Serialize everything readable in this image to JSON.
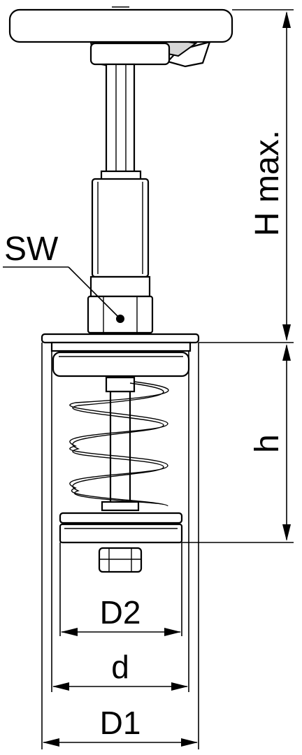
{
  "labels": {
    "sw": "SW",
    "h_max": "H max.",
    "h": "h",
    "d2": "D2",
    "d": "d",
    "d1": "D1"
  }
}
